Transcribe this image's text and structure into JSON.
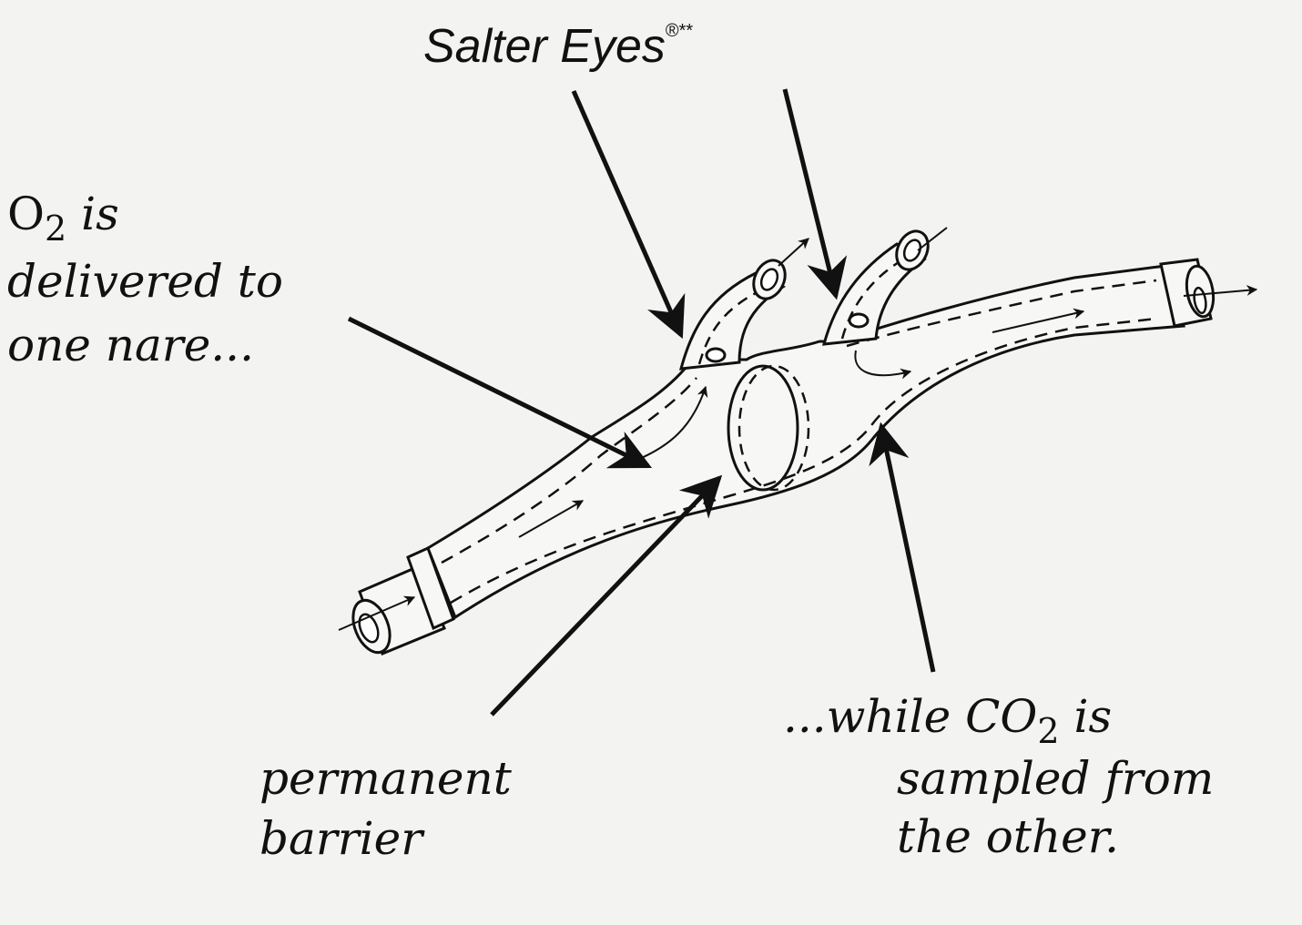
{
  "title": {
    "product": "Salter Eyes",
    "marks": "®**"
  },
  "labels": {
    "o2": {
      "prefix": "O",
      "sub": "2",
      "suffix": " is",
      "line2": "delivered to",
      "line3": "one nare..."
    },
    "co2": {
      "prefix": "...while CO",
      "sub": "2",
      "suffix": " is",
      "line2": "sampled from",
      "line3": "the other."
    },
    "barrier": {
      "line1": "permanent",
      "line2": "barrier"
    }
  },
  "colors": {
    "ink": "#111111",
    "paper": "#f3f3f1",
    "tube": "#f7f7f5"
  }
}
